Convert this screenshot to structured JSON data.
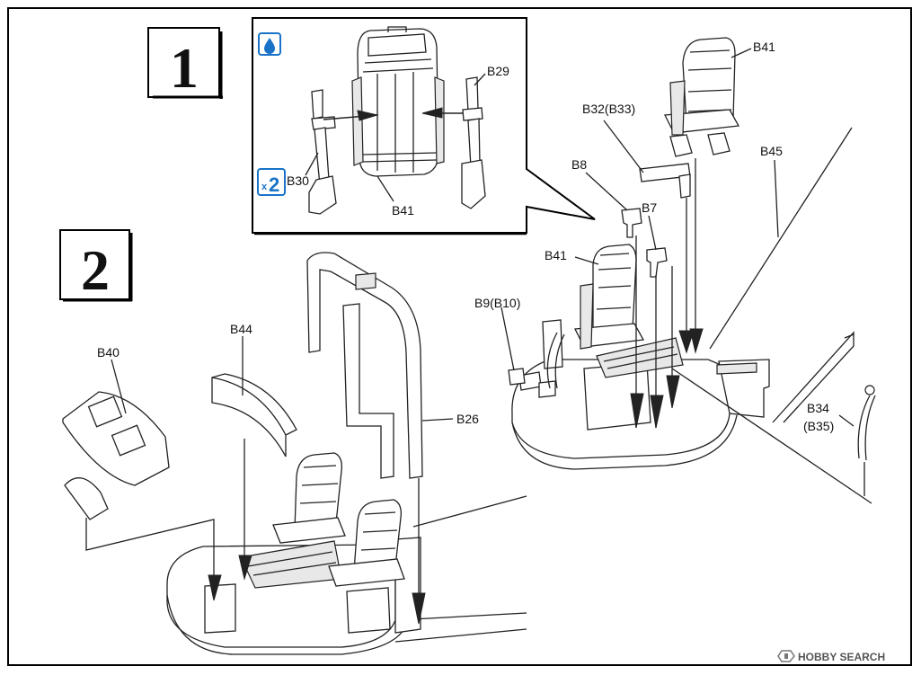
{
  "steps": {
    "step1": "1",
    "step2": "2"
  },
  "inset_icons": {
    "glue_icon": "glue-drop-icon",
    "multiplier_icon": "x2-multiplier-icon",
    "multiplier_prefix": "x",
    "multiplier_value": "2",
    "icon_color": "#1a73c8"
  },
  "labels": {
    "b29": "B29",
    "b30": "B30",
    "b41_inset": "B41",
    "b41_top": "B41",
    "b32": "B32(B33)",
    "b45": "B45",
    "b8": "B8",
    "b7": "B7",
    "b41_mid": "B41",
    "b9": "B9(B10)",
    "b34": "B34",
    "b35": "(B35)",
    "b44": "B44",
    "b40": "B40",
    "b26": "B26"
  },
  "watermark": {
    "text": "HOBBY SEARCH",
    "icon": "hobby-search-logo-icon"
  }
}
